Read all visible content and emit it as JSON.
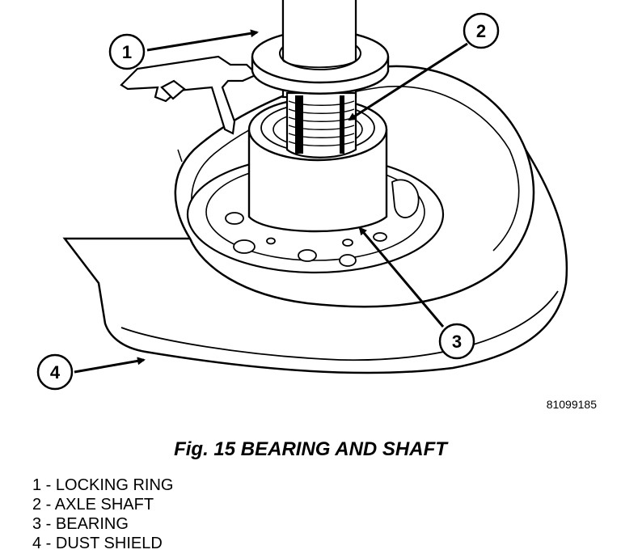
{
  "figure_id": "81099185",
  "caption": "Fig. 15 BEARING AND SHAFT",
  "callouts": [
    {
      "number": "1",
      "target": "LOCKING RING"
    },
    {
      "number": "2",
      "target": "AXLE SHAFT"
    },
    {
      "number": "3",
      "target": "BEARING"
    },
    {
      "number": "4",
      "target": "DUST SHIELD"
    }
  ],
  "legend": [
    "1 - LOCKING RING",
    "2 - AXLE SHAFT",
    "3 - BEARING",
    "4 - DUST SHIELD"
  ]
}
